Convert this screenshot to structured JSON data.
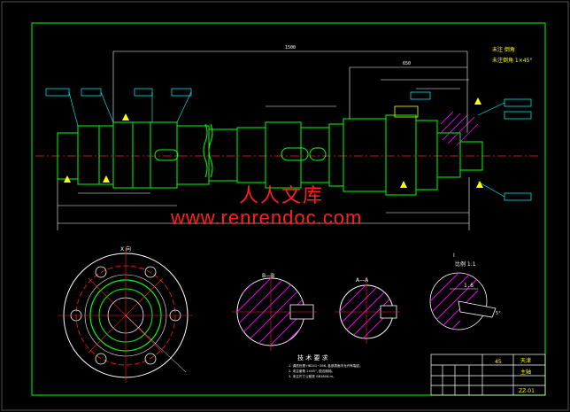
{
  "watermark": {
    "cn": "人人文库",
    "en": "www.renrendoc.com"
  },
  "drawing": {
    "note_top_right": [
      "未注 倒角",
      "未注倒角 1×45°"
    ],
    "section_b": "B—B",
    "section_a": "A—A",
    "detail_label": "I",
    "detail_scale": "比例 1:1",
    "view_label": "X 向",
    "tech_title": "技 术 要 求",
    "tech_lines": [
      "1. 调质处理 HB241~286, 各部表面不允许有裂纹。",
      "2. 未注倒角 1×45°, 锐边倒钝。",
      "3. 未注尺寸公差按 GB1804-m。"
    ],
    "title_block": {
      "part_name": "主轴",
      "company": "天津",
      "drawing_no": "ZZ-01",
      "material": "45"
    },
    "dims": {
      "overall": "1500",
      "right_span": "650",
      "detail_dim": "1.6",
      "detail_angle": "5°"
    }
  },
  "colors": {
    "background": "#000000",
    "outline": "#00ff00",
    "dimension": "#ffffff",
    "centerline": "#ff2020",
    "hatch": "#ff00ff",
    "frame_text": "#ffff00",
    "hidden": "#00ffff"
  }
}
